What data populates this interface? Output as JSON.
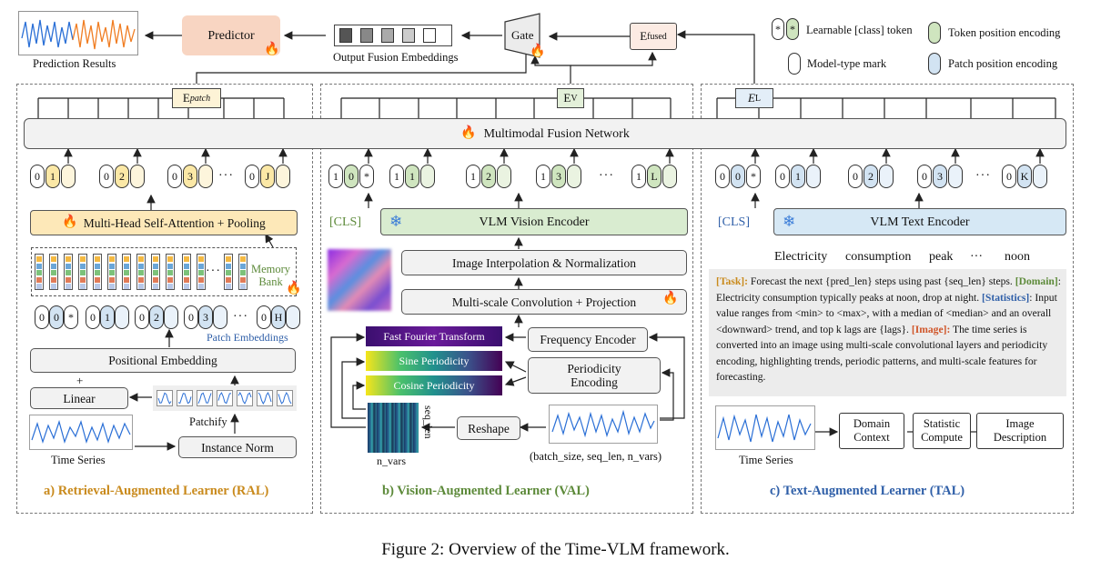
{
  "figure_caption": "Figure 2: Overview of the Time-VLM framework.",
  "top": {
    "prediction_results": "Prediction Results",
    "predictor": "Predictor",
    "output_fusion": "Output Fusion Embeddings",
    "gate": "Gate",
    "e_fused_main": "E",
    "e_fused_sub": "fused"
  },
  "legend": {
    "learnable": "Learnable [class] token",
    "model_type": "Model-type mark",
    "token_pos": "Token position encoding",
    "patch_pos": "Patch position encoding",
    "star": "*"
  },
  "fusion": {
    "label": "Multimodal Fusion Network",
    "e_patch_main": "E",
    "e_patch_sub": "patch",
    "e_v_main": "E",
    "e_v_sub": "V",
    "e_l_main": "E",
    "e_l_sub": "L"
  },
  "ral": {
    "tokens": [
      [
        "0",
        "1"
      ],
      [
        "0",
        "2"
      ],
      [
        "0",
        "3"
      ],
      [
        "0",
        "J"
      ]
    ],
    "attention": "Multi-Head Self-Attention + Pooling",
    "memory_bank": "Memory\nBank",
    "patch_tokens": [
      [
        "0",
        "0",
        "*"
      ],
      [
        "0",
        "1"
      ],
      [
        "0",
        "2"
      ],
      [
        "0",
        "3"
      ],
      [
        "0",
        "H"
      ]
    ],
    "patch_embeddings": "Patch Embeddings",
    "positional": "Positional Embedding",
    "plus": "+",
    "linear": "Linear",
    "patchify": "Patchify",
    "time_series": "Time Series",
    "instance_norm": "Instance Norm",
    "caption": "a) Retrieval-Augmented Learner (RAL)"
  },
  "val": {
    "tokens": [
      [
        "1",
        "0",
        "*"
      ],
      [
        "1",
        "1"
      ],
      [
        "1",
        "2"
      ],
      [
        "1",
        "3"
      ],
      [
        "1",
        "L"
      ]
    ],
    "cls": "[CLS]",
    "encoder": "VLM Vision Encoder",
    "interp": "Image Interpolation & Normalization",
    "conv": "Multi-scale Convolution + Projection",
    "fft": "Fast Fourier Transform",
    "sine": "Sine Periodicity",
    "cosine": "Cosine Periodicity",
    "freq_encoder": "Frequency Encoder",
    "period_encoding": "Periodicity\nEncoding",
    "reshape": "Reshape",
    "seq_len": "seq_len",
    "n_vars": "n_vars",
    "shape": "(batch_size, seq_len, n_vars)",
    "caption": "b) Vision-Augmented Learner (VAL)"
  },
  "tal": {
    "tokens": [
      [
        "0",
        "0",
        "*"
      ],
      [
        "0",
        "1"
      ],
      [
        "0",
        "2"
      ],
      [
        "0",
        "3"
      ],
      [
        "0",
        "K"
      ]
    ],
    "cls": "[CLS]",
    "encoder": "VLM Text Encoder",
    "words": [
      "Electricity",
      "consumption",
      "peak",
      "···",
      "noon"
    ],
    "task_label": "[Task]:",
    "task_text": " Forecast the next {pred_len} steps using past {seq_len} steps.",
    "domain_label": "[Domain]",
    "domain_text": ": Electricity consumption typically peaks at noon, drop at night.",
    "stats_label": "[Statistics]",
    "stats_text": ": Input value ranges from <min> to <max>, with a median of <median> and an overall <downward> trend, and top k lags are {lags}.",
    "image_label": "[Image]:",
    "image_text": " The time series is converted into an image using multi-scale convolutional layers and periodicity encoding, highlighting trends, periodic patterns, and multi-scale features for forecasting.",
    "time_series": "Time Series",
    "domain_box": "Domain\nContext",
    "statistic_box": "Statistic\nCompute",
    "image_box": "Image\nDescription",
    "caption": "c) Text-Augmented Learner (TAL)"
  },
  "ellipsis": "···",
  "colors": {
    "predictor_fill": "#f8d5c2",
    "attention_fill": "#fde8b8",
    "vision_fill": "#d9ecd0",
    "text_fill": "#d6e8f5",
    "ral_caption": "#c98a1c",
    "val_caption": "#5d8a3a",
    "tal_caption": "#2f5fa8",
    "task_label": "#c98a1c",
    "domain_label": "#5d8a3a",
    "stats_label": "#2f5fa8",
    "image_label": "#d0562a"
  }
}
